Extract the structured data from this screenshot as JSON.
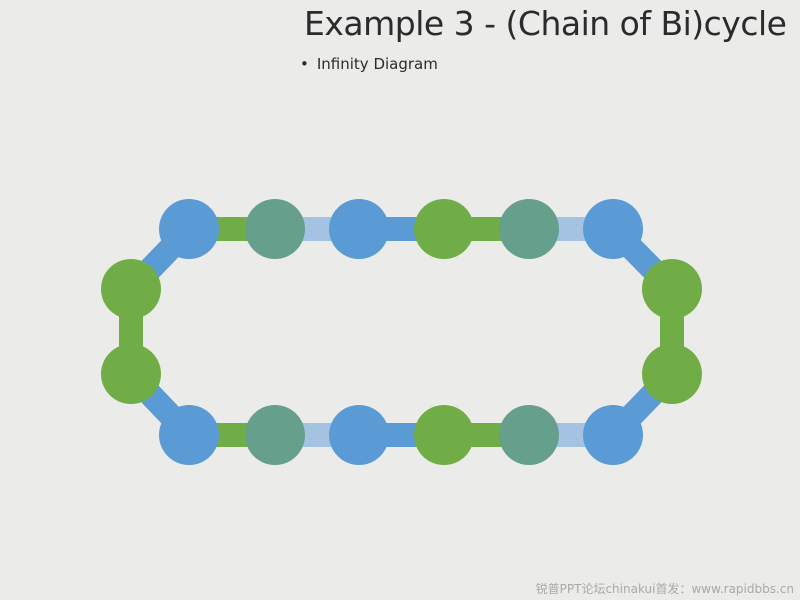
{
  "slide": {
    "title": "Example 3 - (Chain of Bi)cycle",
    "bullets": [
      {
        "text": "Infinity Diagram"
      }
    ],
    "watermark": "锐普PPT论坛chinakui首发：www.rapidbbs.cn"
  },
  "colors": {
    "background": "#ebebea",
    "blue": "#5b9bd5",
    "green": "#70ad47",
    "teal": "#66a08c",
    "light_blue": "#a4c3e3",
    "title_text": "#2b2b2b",
    "watermark_text": "#a9a9a9"
  },
  "diagram": {
    "top_row": [
      "blue",
      "teal",
      "blue",
      "green",
      "teal",
      "blue"
    ],
    "top_links": [
      "green",
      "light_blue",
      "blue",
      "green",
      "light_blue"
    ],
    "bottom_row": [
      "blue",
      "teal",
      "blue",
      "green",
      "teal",
      "blue"
    ],
    "bottom_links": [
      "green",
      "light_blue",
      "blue",
      "green",
      "light_blue"
    ],
    "left_pair": [
      "green",
      "green"
    ],
    "right_pair": [
      "green",
      "green"
    ]
  }
}
